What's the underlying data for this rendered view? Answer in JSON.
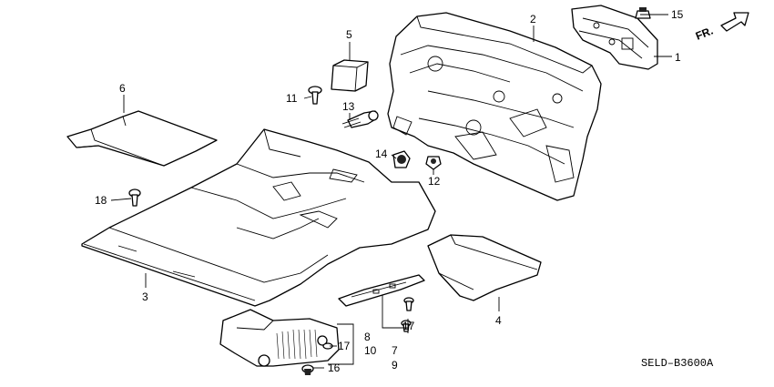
{
  "callouts": {
    "c1": "1",
    "c2": "2",
    "c3": "3",
    "c4": "4",
    "c5": "5",
    "c6": "6",
    "c7": "7",
    "c8": "8",
    "c9": "9",
    "c10": "10",
    "c11": "11",
    "c12": "12",
    "c13": "13",
    "c14": "14",
    "c15": "15",
    "c16": "16",
    "c17a": "17",
    "c17b": "17",
    "c18": "18"
  },
  "direction_label": "FR.",
  "diagram_code": "SELD–B3600A"
}
